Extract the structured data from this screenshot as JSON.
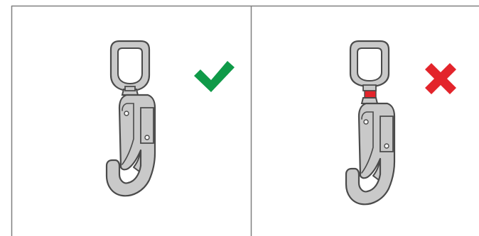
{
  "panels": [
    {
      "id": "correct",
      "verdict": "correct",
      "verdict_icon": "checkmark-icon",
      "verdict_color": "#0f9a48",
      "swivel_highlighted": false
    },
    {
      "id": "incorrect",
      "verdict": "incorrect",
      "verdict_icon": "cross-icon",
      "verdict_color": "#e3242b",
      "swivel_highlighted": true,
      "highlight_color": "#e3242b"
    }
  ],
  "colors": {
    "metal_fill": "#c9c9c9",
    "metal_stroke": "#4a4a4a",
    "border": "#808080"
  }
}
